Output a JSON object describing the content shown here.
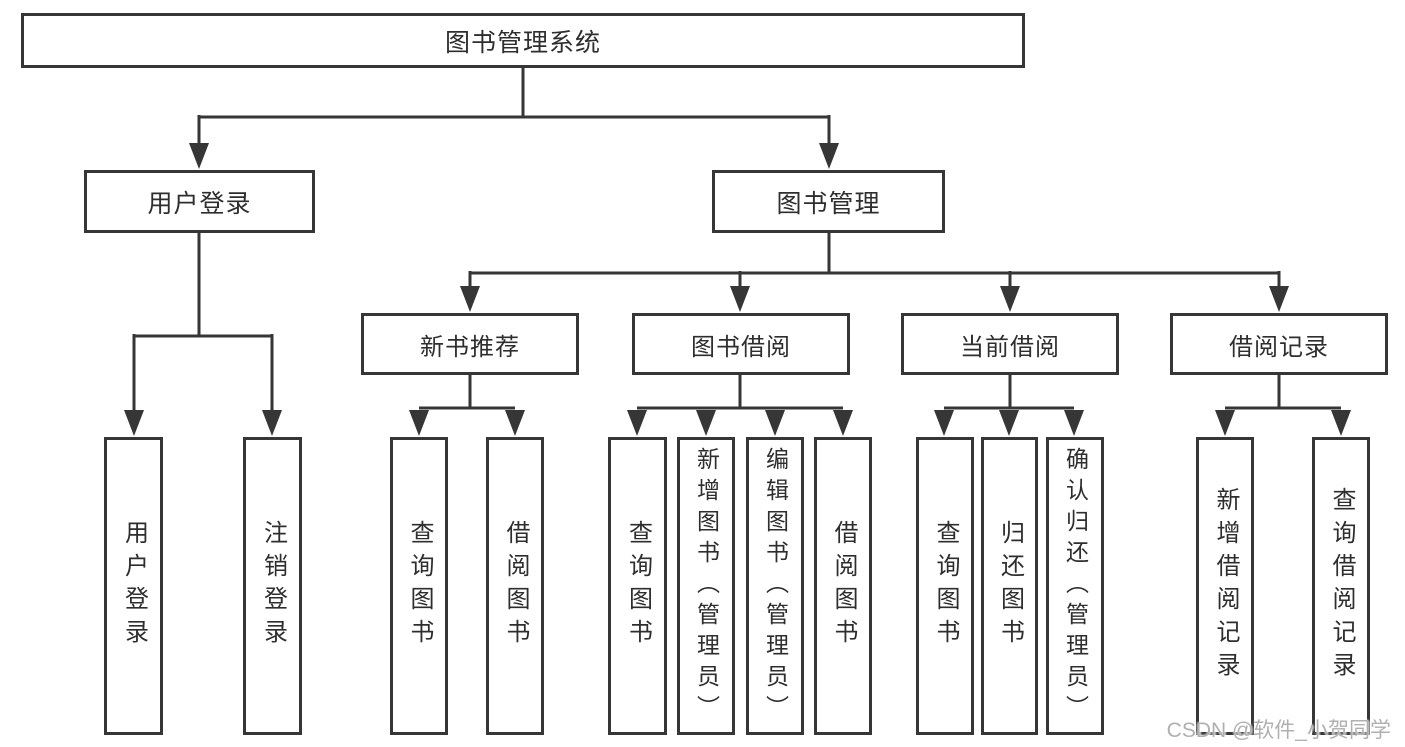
{
  "colors": {
    "line": "#363636",
    "text": "#2e2e2e",
    "watermark": "#b0b0b0",
    "bg": "#ffffff"
  },
  "watermark": "CSDN @软件_小贺同学",
  "tree": {
    "root": {
      "label": "图书管理系统"
    },
    "branches": [
      {
        "label": "用户登录",
        "leaves": [
          {
            "label": "用户登录"
          },
          {
            "label": "注销登录"
          }
        ]
      },
      {
        "label": "图书管理",
        "groups": [
          {
            "label": "新书推荐",
            "leaves": [
              {
                "label": "查询图书"
              },
              {
                "label": "借阅图书"
              }
            ]
          },
          {
            "label": "图书借阅",
            "leaves": [
              {
                "label": "查询图书"
              },
              {
                "label": "新增图书（管理员）"
              },
              {
                "label": "编辑图书（管理员）"
              },
              {
                "label": "借阅图书"
              }
            ]
          },
          {
            "label": "当前借阅",
            "leaves": [
              {
                "label": "查询图书"
              },
              {
                "label": "归还图书"
              },
              {
                "label": "确认归还（管理员）"
              }
            ]
          },
          {
            "label": "借阅记录",
            "leaves": [
              {
                "label": "新增借阅记录"
              },
              {
                "label": "查询借阅记录"
              }
            ]
          }
        ]
      }
    ]
  }
}
